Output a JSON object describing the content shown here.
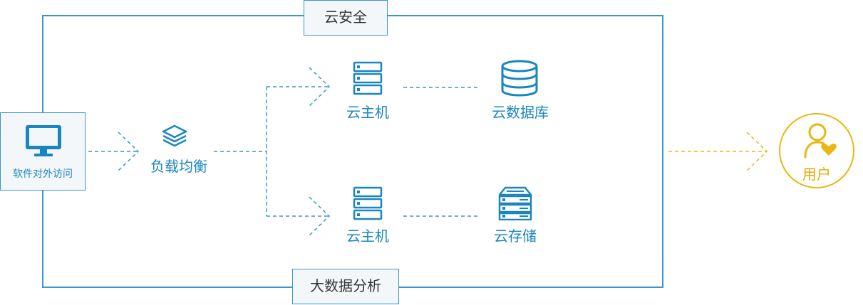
{
  "diagram": {
    "frame": {
      "top_label": "云安全",
      "bottom_label": "大数据分析"
    },
    "nodes": {
      "software_access": "软件对外访问",
      "load_balance": "负载均衡",
      "host_top": "云主机",
      "host_bottom": "云主机",
      "database": "云数据库",
      "storage": "云存储",
      "user": "用户"
    },
    "icons": {
      "software_access": "monitor-icon",
      "load_balance": "layers-icon",
      "host_top": "server-icon",
      "host_bottom": "server-icon",
      "database": "database-icon",
      "storage": "storage-icon",
      "user": "user-heart-icon"
    },
    "colors": {
      "primary": "#1a86c0",
      "line": "#3a97c9",
      "accent": "#e8b810",
      "box_fill": "#f4f7f9"
    }
  }
}
